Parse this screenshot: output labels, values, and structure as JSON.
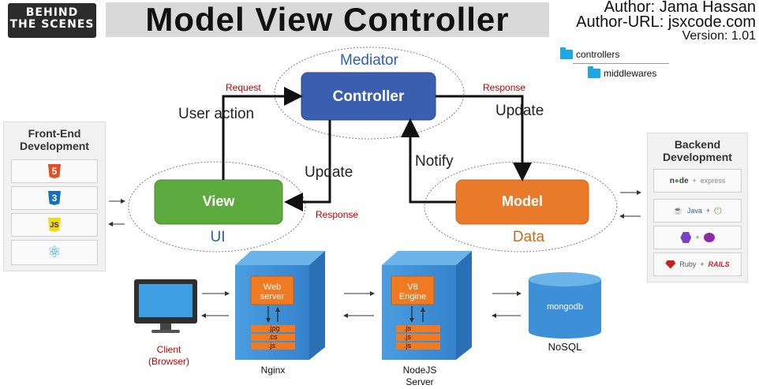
{
  "header": {
    "badge_line1": "BEHIND",
    "badge_line2": "THE SCENES",
    "title": "Model View Controller",
    "author": "Author: Jama Hassan",
    "author_url": "Author-URL: jsxcode.com",
    "version": "Version: 1.01"
  },
  "folders": [
    "controllers",
    "middlewares"
  ],
  "frontend": {
    "title_line1": "Front-End",
    "title_line2": "Development",
    "tiles": [
      {
        "icon": "html5-icon",
        "glyph": "5",
        "color": "#e44d26"
      },
      {
        "icon": "css3-icon",
        "glyph": "3",
        "color": "#1572b6"
      },
      {
        "icon": "javascript-icon",
        "glyph": "JS",
        "color": "#f0d91a"
      },
      {
        "icon": "react-icon",
        "glyph": "⚛",
        "color": "#27a9e1"
      }
    ]
  },
  "backend": {
    "title_line1": "Backend",
    "title_line2": "Development",
    "tiles": [
      {
        "left": "node",
        "right": "express",
        "icon": "node-express-icon"
      },
      {
        "left": "Java",
        "right": "spring boot",
        "icon": "java-spring-icon"
      },
      {
        "left": "",
        "right": "",
        "icon": "php-icon"
      },
      {
        "left": "Ruby",
        "right": "RAILS",
        "icon": "ruby-rails-icon"
      }
    ]
  },
  "mvc": {
    "mediator": "Mediator",
    "controller": "Controller",
    "view": "View",
    "model": "Model",
    "ui": "UI",
    "data": "Data",
    "user_action": "User action",
    "update_left": "Update",
    "update_right": "Update",
    "notify": "Notify",
    "request": "Request",
    "response_top": "Response",
    "response_left": "Response"
  },
  "servers": {
    "client_line1": "Client",
    "client_line2": "(Browser)",
    "web_server_line1": "Web",
    "web_server_line2": "server",
    "nginx_files": [
      ".jpg",
      ".cs",
      ".js"
    ],
    "nginx": "Nginx",
    "v8_line1": "V8",
    "v8_line2": "Engine",
    "node_files": [
      ".js",
      ".js",
      ".js"
    ],
    "nodejs_line1": "NodeJS",
    "nodejs_line2": "Server",
    "mongodb": "mongodb",
    "nosql": "NoSQL"
  },
  "colors": {
    "controller": "#3a5fb0",
    "view": "#5faa3f",
    "model": "#e87a2a",
    "server_blue": "#3a8fd6",
    "orange": "#f07a22",
    "label_blue": "#2a62b0",
    "label_orange": "#d06a1a",
    "db_blue": "#3d8fd8"
  }
}
